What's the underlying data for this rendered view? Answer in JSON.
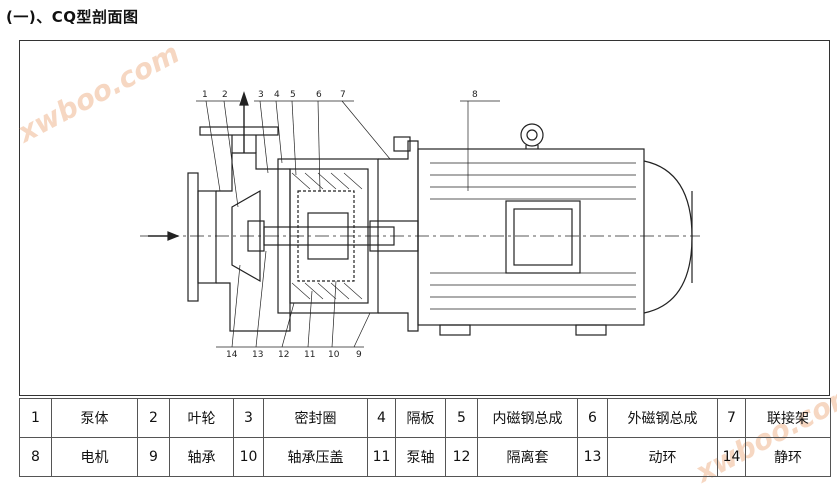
{
  "title": "(一)、CQ型剖面图",
  "watermark": "xwboo.com",
  "diagram_labels": [
    "1",
    "2",
    "3",
    "4",
    "5",
    "6",
    "7",
    "8",
    "9",
    "10",
    "11",
    "12",
    "13",
    "14"
  ],
  "legend": [
    [
      {
        "n": "1",
        "name": "泵体"
      },
      {
        "n": "2",
        "name": "叶轮"
      },
      {
        "n": "3",
        "name": "密封圈"
      },
      {
        "n": "4",
        "name": "隔板"
      },
      {
        "n": "5",
        "name": "内磁钢总成"
      },
      {
        "n": "6",
        "name": "外磁钢总成"
      },
      {
        "n": "7",
        "name": "联接架"
      }
    ],
    [
      {
        "n": "8",
        "name": "电机"
      },
      {
        "n": "9",
        "name": "轴承"
      },
      {
        "n": "10",
        "name": "轴承压盖"
      },
      {
        "n": "11",
        "name": "泵轴"
      },
      {
        "n": "12",
        "name": "隔离套"
      },
      {
        "n": "13",
        "name": "动环"
      },
      {
        "n": "14",
        "name": "静环"
      }
    ]
  ]
}
